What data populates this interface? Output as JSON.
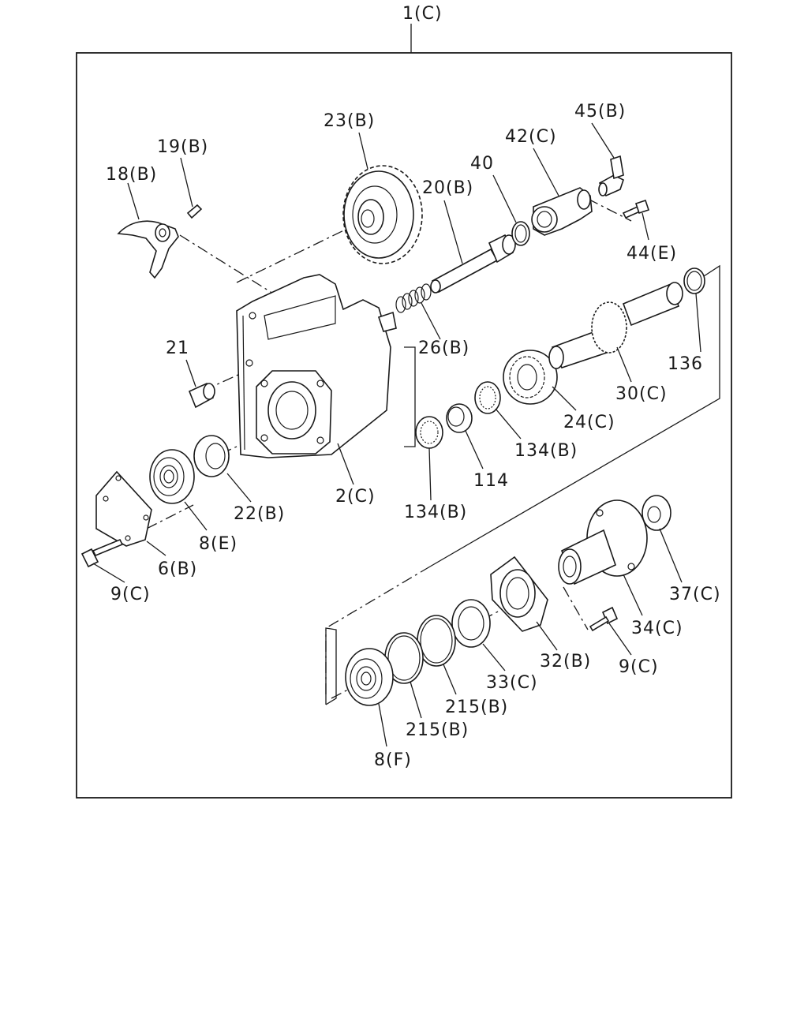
{
  "labels": {
    "assy": "1(C)",
    "housing": "2(C)",
    "cover": "6(B)",
    "bearing_e": "8(E)",
    "bearing_f": "8(F)",
    "bolt_cover": "9(C)",
    "bolt_retainer": "9(C)",
    "fork": "18(B)",
    "pin": "19(B)",
    "shaft": "20(B)",
    "plug": "21",
    "seal": "22(B)",
    "gear": "23(B)",
    "sleeve": "24(C)",
    "spring": "26(B)",
    "output_shaft": "30(C)",
    "retainer": "32(B)",
    "oil_seal": "33(C)",
    "flange": "34(C)",
    "nut": "37(C)",
    "oring_40": "40",
    "cylinder": "42(C)",
    "bolt_cyl": "44(E)",
    "fitting": "45(B)",
    "collar": "114",
    "needle_bearing_a": "134(B)",
    "needle_bearing_b": "134(B)",
    "snap_ring": "136",
    "shim_a": "215(B)",
    "shim_b": "215(B)"
  }
}
